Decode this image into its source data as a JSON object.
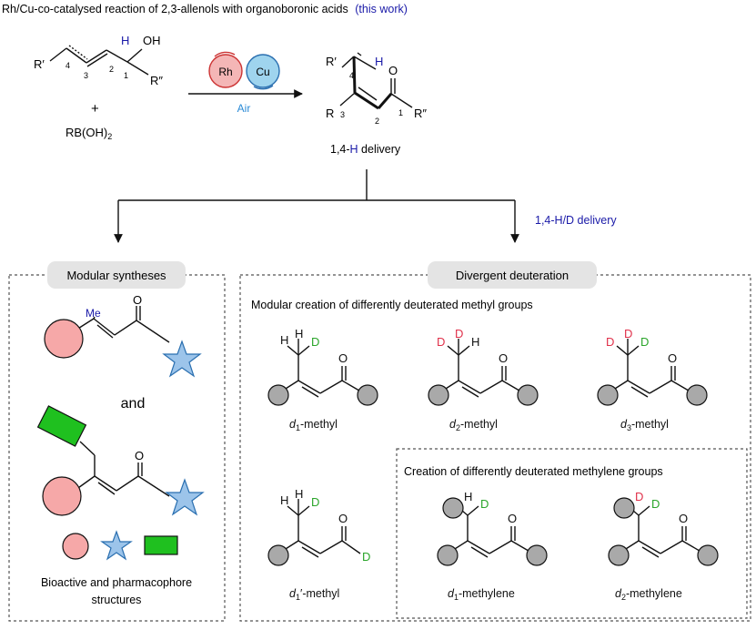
{
  "header": {
    "title": "Rh/Cu-co-catalysed reaction of 2,3-allenols with organoboronic acids",
    "highlight": "(this work)"
  },
  "reaction": {
    "allenol": {
      "r_prime": "R′",
      "r_double_prime": "R″",
      "h_label": "H",
      "oh_label": "OH",
      "num4": "4",
      "num3": "3",
      "num2": "2",
      "num1": "1"
    },
    "plus": "+",
    "boronic": "RB(OH)",
    "boronic_sub": "2",
    "catalyst1": "Rh",
    "catalyst2": "Cu",
    "condition": "Air",
    "product": {
      "r_prime": "R′",
      "h_label": "H",
      "r_label": "R",
      "r_double_prime": "R″",
      "num4": "4",
      "num3": "3",
      "num2": "2",
      "num1": "1",
      "o_label": "O"
    },
    "delivery_prefix": "1,4-",
    "delivery_h": "H",
    "delivery_suffix": " delivery"
  },
  "branch_label": "1,4-H/D delivery",
  "modular": {
    "title": "Modular syntheses",
    "me_label": "Me",
    "o_label": "O",
    "and_label": "and",
    "footer_line1": "Bioactive and pharmacophore",
    "footer_line2": "structures"
  },
  "divergent": {
    "title": "Divergent deuteration",
    "methyl_heading": "Modular creation of differently deuterated methyl groups",
    "methylene_heading": "Creation of differently deuterated methylene groups",
    "atom_h": "H",
    "atom_d": "D",
    "atom_o": "O",
    "labels": {
      "d1_methyl_d": "d",
      "d1_methyl_sub": "1",
      "d1_methyl_rest": "-methyl",
      "d2_methyl_d": "d",
      "d2_methyl_sub": "2",
      "d2_methyl_rest": "-methyl",
      "d3_methyl_d": "d",
      "d3_methyl_sub": "3",
      "d3_methyl_rest": "-methyl",
      "d1p_methyl_d": "d",
      "d1p_methyl_sub": "1",
      "d1p_methyl_prime": "′",
      "d1p_methyl_rest": "-methyl",
      "d1_methylene_d": "d",
      "d1_methylene_sub": "1",
      "d1_methylene_rest": "-methylene",
      "d2_methylene_d": "d",
      "d2_methylene_sub": "2",
      "d2_methylene_rest": "-methylene"
    }
  },
  "colors": {
    "text": "#111111",
    "blue_text": "#1a1aa8",
    "air_blue": "#2a8ad6",
    "deuterium_green": "#2aa52a",
    "deuterium_red": "#e0304a",
    "rh_fill": "#f4b6b6",
    "cu_fill": "#9fd4ee",
    "pink_circle": "#f6a8a8",
    "blue_star": "#9cc4ea",
    "green_rect": "#1fc01f",
    "grey_atom": "#a9a9a9",
    "pill": "#e4e4e4"
  }
}
